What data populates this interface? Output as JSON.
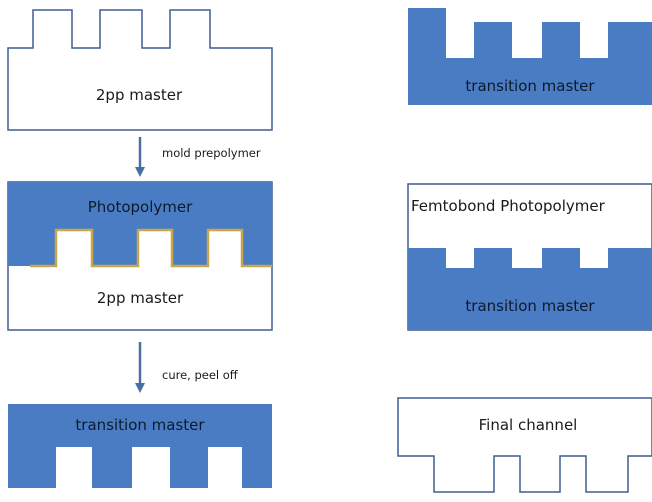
{
  "colors": {
    "fill": "#4a7cc4",
    "outline": "#3f5f93",
    "arrow": "#4a6fa5",
    "interface": "#c9a64a"
  },
  "steps": {
    "master_1": "2pp master",
    "arrow_1": "mold prepolymer",
    "photopolymer": "Photopolymer",
    "master_2": "2pp master",
    "arrow_2": "cure, peel off",
    "transition_1": "transition master"
  },
  "right": {
    "transition_2": "transition master",
    "femtobond": "Femtobond Photopolymer",
    "transition_3": "transition master",
    "final": "Final channel"
  }
}
